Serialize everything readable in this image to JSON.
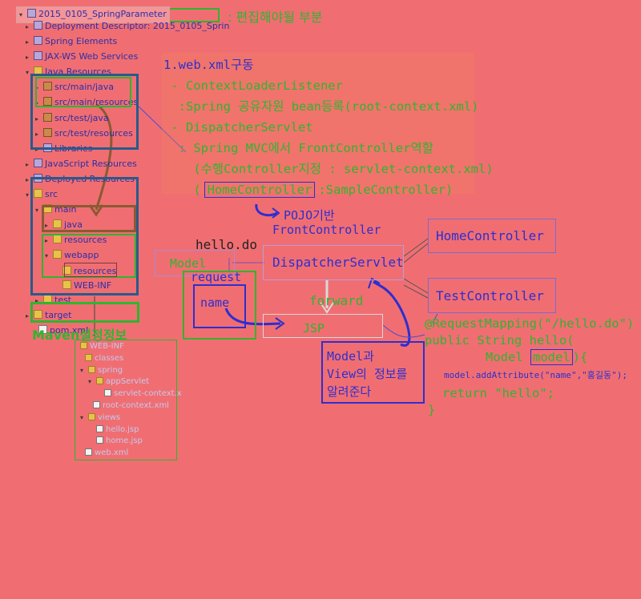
{
  "legend": {
    "text": ": 편집해야될 부분"
  },
  "tree": {
    "project": "2015_0105_SpringParameter",
    "items": [
      "Deployment Descriptor: 2015_0105_Sprin",
      "Spring Elements",
      "JAX-WS Web Services",
      "Java Resources",
      "src/main/java",
      "src/main/resources",
      "src/test/java",
      "src/test/resources",
      "Libraries",
      "JavaScript Resources",
      "Deployed Resources",
      "src",
      "main",
      "java",
      "resources",
      "webapp",
      "resources",
      "WEB-INF",
      "test",
      "target",
      "pom.xml"
    ]
  },
  "maven_label": "Maven설정정보",
  "tree2": {
    "items": [
      "WEB-INF",
      "classes",
      "spring",
      "appServlet",
      "servlet-context.x",
      "root-context.xml",
      "views",
      "hello.jsp",
      "home.jsp",
      "web.xml"
    ]
  },
  "notes": {
    "line1": "1.web.xml구동",
    "line2": " - ContextLoaderListener",
    "line3": "  :Spring 공유자원 bean등록(root-context.xml)",
    "line4": " - DispatcherServlet",
    "line5": "  : Spring MVC에서 FrontController역할",
    "line6": "    (수행Controller지정 : servlet-context.xml)",
    "line7a": "    (",
    "line7b": "HomeController",
    "line7c": ":SampleController)"
  },
  "diagram": {
    "pojo1": "POJO기반",
    "pojo2": "FrontController",
    "hello_do": "hello.do",
    "model": "Model",
    "dispatcher": "DispatcherServlet",
    "home_controller": "HomeController",
    "test_controller": "TestController",
    "request": "request",
    "name": "name",
    "forward": "forward",
    "jsp": "JSP",
    "model_view_1": "Model과",
    "model_view_2": "View의 정보를",
    "model_view_3": "알려준다"
  },
  "code": {
    "line1": "@RequestMapping(\"/hello.do\")",
    "line2": "public String hello(",
    "line3a": "Model ",
    "line3b": "model",
    "line3c": "){",
    "line4": "model.addAttribute(\"name\",\"홍길동\");",
    "line5": "return \"hello\";",
    "line6": "}"
  }
}
